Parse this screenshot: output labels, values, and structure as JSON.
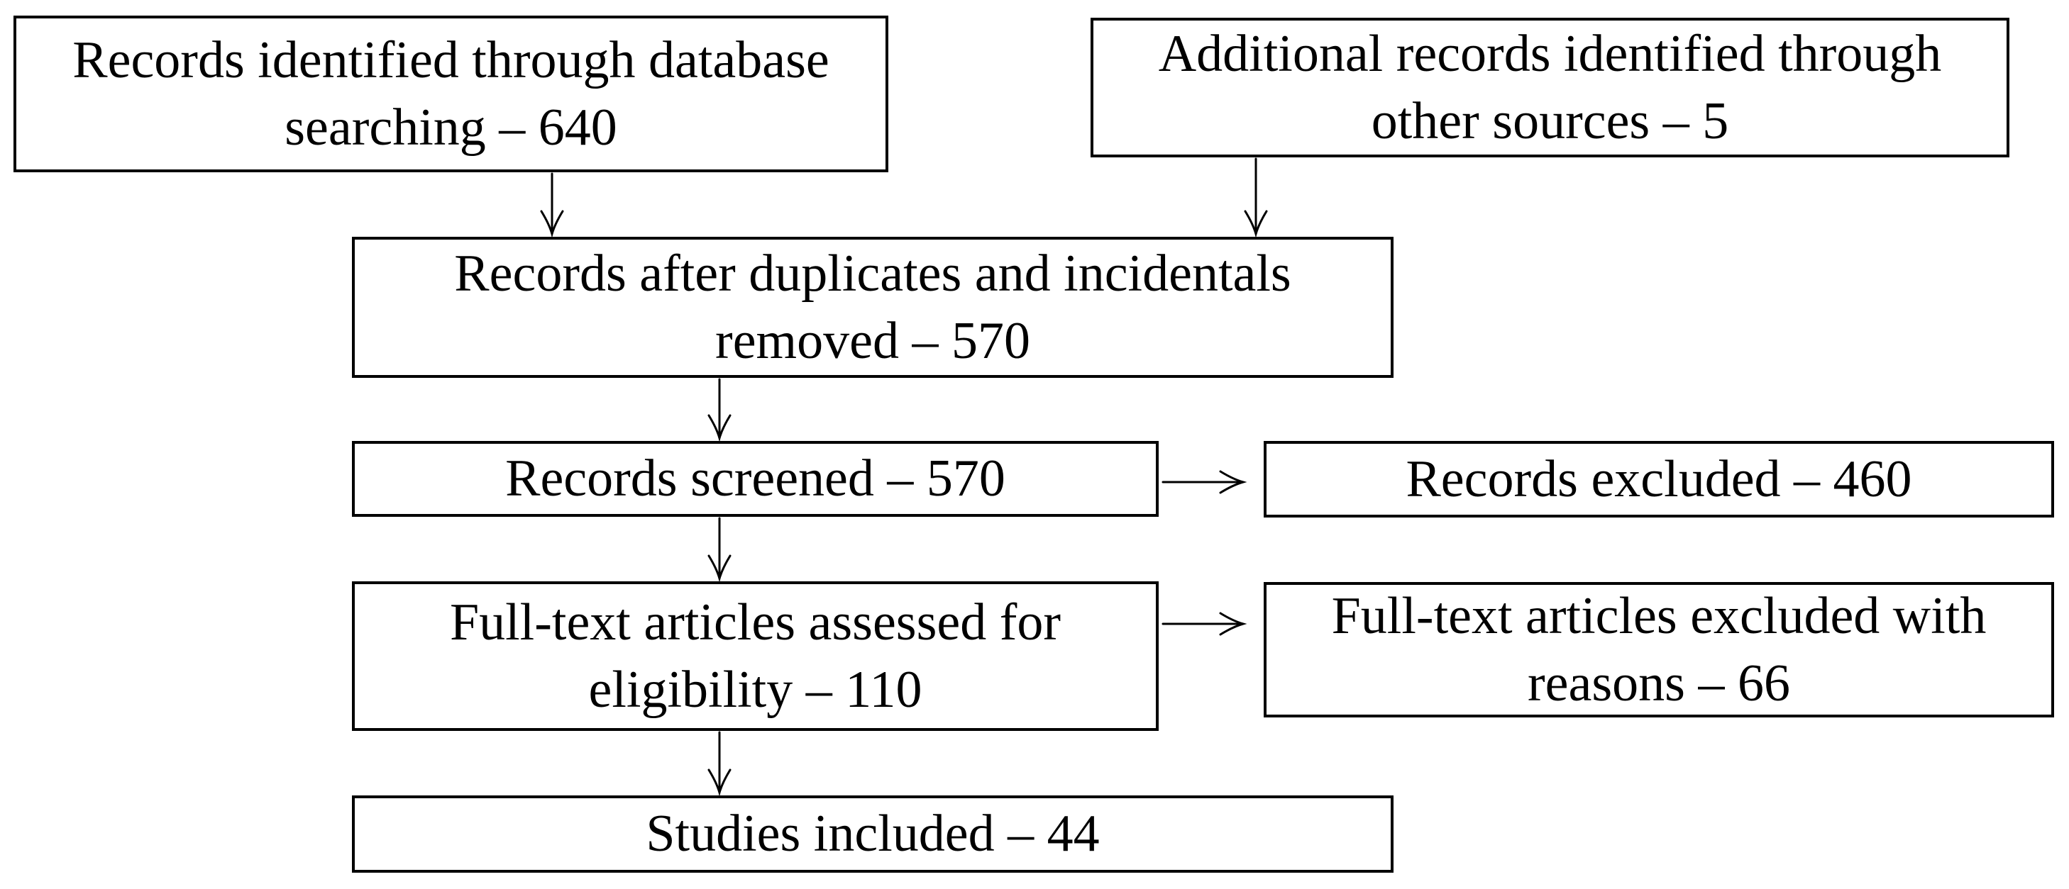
{
  "colors": {
    "background": "#ffffff",
    "line": "#000000",
    "text": "#000000"
  },
  "boxes": {
    "identified_database": {
      "line1": "Records identified through database",
      "line2": "searching – 640"
    },
    "additional_sources": {
      "line1": "Additional records identified through",
      "line2": "other sources – 5"
    },
    "after_duplicates": {
      "line1": "Records after duplicates and incidentals",
      "line2": "removed – 570"
    },
    "screened": {
      "line1": "Records screened – 570"
    },
    "excluded": {
      "line1": "Records excluded – 460"
    },
    "fulltext_assessed": {
      "line1": "Full-text articles assessed for",
      "line2": "eligibility – 110"
    },
    "fulltext_excluded": {
      "line1": "Full-text articles excluded with",
      "line2": "reasons – 66"
    },
    "included": {
      "line1": "Studies included – 44"
    }
  }
}
